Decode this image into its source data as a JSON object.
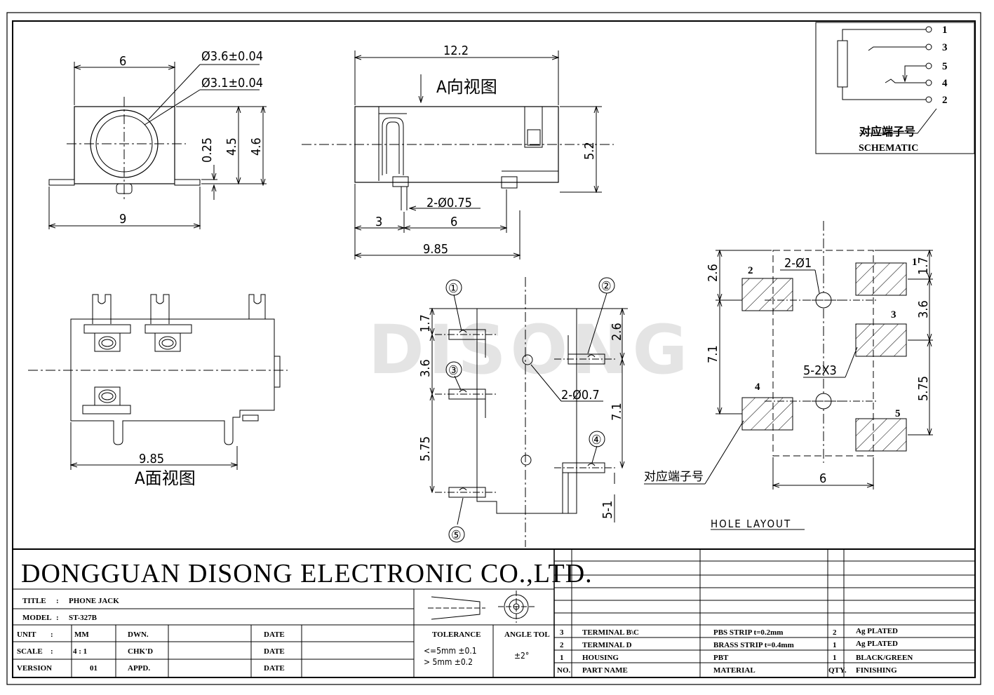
{
  "company": "DONGGUAN DISONG ELECTRONIC CO.,LTD.",
  "watermark": "DISONG",
  "title_block": {
    "title_label": "TITLE",
    "title_value": "PHONE JACK",
    "model_label": "MODEL",
    "model_value": "ST-327B",
    "unit_label": "UNIT",
    "unit_value": "MM",
    "scale_label": "SCALE",
    "scale_value": "4 : 1",
    "version_label": "VERSION",
    "version_value": "01",
    "dwn_label": "DWN.",
    "chkd_label": "CHK'D",
    "appd_label": "APPD.",
    "date_label": "DATE",
    "tolerance_label": "TOLERANCE",
    "tolerance_line1": "<=5mm  ±0.1",
    "tolerance_line2": ">  5mm  ±0.2",
    "angle_tol_label": "ANGLE TOL",
    "angle_tol_value": "±2°"
  },
  "bom": {
    "header": {
      "no": "NO.",
      "part_name": "PART  NAME",
      "material": "MATERIAL",
      "qty": "QTY.",
      "finishing": "FINISHING"
    },
    "rows": [
      {
        "no": "3",
        "part_name": "TERMINAL B\\C",
        "material": "PBS STRIP  t=0.2mm",
        "qty": "2",
        "finishing": "Ag PLATED"
      },
      {
        "no": "2",
        "part_name": "TERMINAL D",
        "material": "BRASS STRIP  t=0.4mm",
        "qty": "1",
        "finishing": "Ag PLATED"
      },
      {
        "no": "1",
        "part_name": "HOUSING",
        "material": "PBT",
        "qty": "1",
        "finishing": "BLACK/GREEN"
      }
    ]
  },
  "schematic": {
    "pins": [
      "1",
      "3",
      "5",
      "4",
      "2"
    ],
    "label_cn": "对应端子号",
    "label_en": "SCHEMATIC"
  },
  "front_view": {
    "dims": {
      "width_top": "6",
      "dia_outer": "Ø3.6±0.04",
      "dia_inner": "Ø3.1±0.04",
      "d025": "0.25",
      "d45": "4.5",
      "d46": "4.6",
      "width_bottom": "9"
    }
  },
  "side_view": {
    "dims": {
      "length": "12.2",
      "height": "5.2",
      "pins_dia": "2-Ø0.75",
      "d3": "3",
      "d6": "6",
      "d985": "9.85"
    },
    "view_label": "A向视图"
  },
  "a_face_view": {
    "dim": "9.85",
    "view_label": "A面视图"
  },
  "bottom_view": {
    "callouts": [
      "①",
      "②",
      "③",
      "④",
      "⑤"
    ],
    "dims": {
      "d17": "1.7",
      "d36": "3.6",
      "d575": "5.75",
      "d26": "2.6",
      "d71": "7.1",
      "d51": "5-1",
      "holes": "2-Ø0.7"
    }
  },
  "hole_layout": {
    "label": "HOLE LAYOUT",
    "pads": [
      "1",
      "2",
      "3",
      "4",
      "5"
    ],
    "dims": {
      "d26": "2.6",
      "d71": "7.1",
      "d17": "1.7",
      "d36": "3.6",
      "d575": "5.75",
      "d6": "6",
      "holes": "2-Ø1",
      "pads": "5-2X3"
    },
    "label_cn": "对应端子号"
  }
}
